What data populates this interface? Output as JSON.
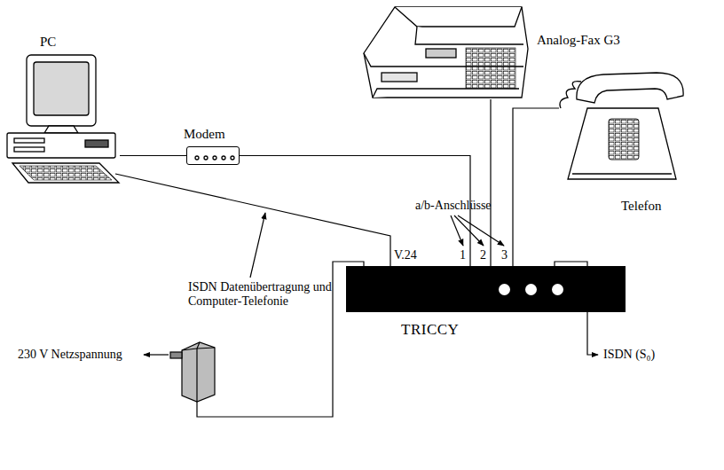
{
  "diagram": {
    "nodes": [
      {
        "text": [
          "PC"
        ]
      },
      {
        "text": [
          "Modem"
        ]
      },
      {
        "text": [
          "Analog-Fax G3"
        ]
      },
      {
        "text": [
          "Telefon"
        ]
      },
      {
        "text": [
          "TRICCY"
        ]
      }
    ],
    "edges": [
      {
        "from": 0,
        "to": 1,
        "arrow": "none"
      },
      {
        "from": 1,
        "to": 4,
        "arrow": "none"
      },
      {
        "from": 2,
        "to": 4,
        "arrow": "none"
      },
      {
        "from": 3,
        "to": 4,
        "arrow": "none"
      },
      {
        "from": 0,
        "to": 4,
        "arrow": "none"
      }
    ],
    "labels": [
      "a/b-Anschlüsse",
      "V.24",
      "1",
      "2",
      "3",
      "ISDN Datenübertragung und Computer-Telefonie",
      "230 V Netzspannung",
      "ISDN (S₀)"
    ]
  }
}
